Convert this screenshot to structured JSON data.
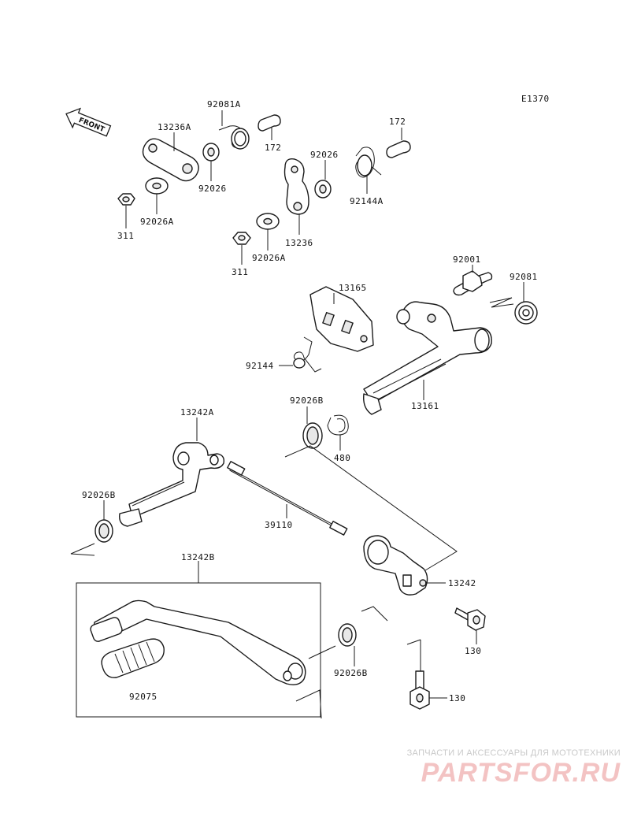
{
  "diagram_code": "E1370",
  "front_label": "FRONT",
  "labels": {
    "p92081A": "92081A",
    "p13236A": "13236A",
    "p172a": "172",
    "p172b": "172",
    "p92026a": "92026",
    "p92026b": "92026",
    "p92026A_a": "92026A",
    "p92026A_b": "92026A",
    "p311a": "311",
    "p311b": "311",
    "p92144A": "92144A",
    "p13236": "13236",
    "p92001": "92001",
    "p92081": "92081",
    "p13165": "13165",
    "p92144": "92144",
    "p13161": "13161",
    "p92026B_a": "92026B",
    "p92026B_b": "92026B",
    "p92026B_c": "92026B",
    "p480": "480",
    "p13242A": "13242A",
    "p39110": "39110",
    "p13242": "13242",
    "p13242B": "13242B",
    "p130a": "130",
    "p130b": "130",
    "p92075": "92075"
  },
  "watermark": {
    "tagline": "ЗАПЧАСТИ И АКСЕССУАРЫ ДЛЯ МОТОТЕХНИКИ",
    "logo": "PARTSFOR.RU"
  }
}
